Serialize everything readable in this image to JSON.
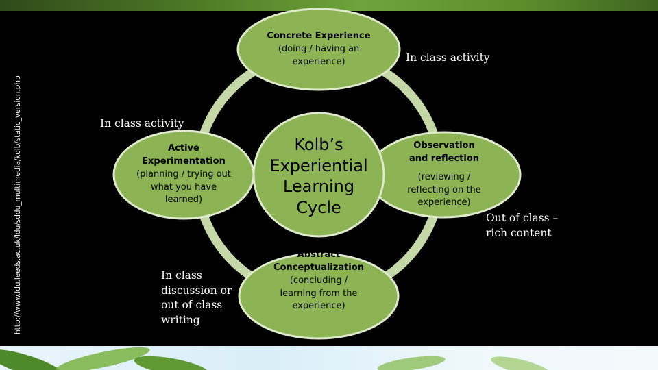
{
  "side_url": "http://www.ldu.leeds.ac.uk/ldu/sddu_multimedia/kolb/static_version.php",
  "center": {
    "lines": [
      "Kolb’s",
      "Experiential",
      "Learning",
      "Cycle"
    ]
  },
  "stages": {
    "concrete": {
      "title": "Concrete Experience",
      "desc_lines": [
        "(doing / having an",
        "experience)"
      ]
    },
    "observation": {
      "title_lines": [
        "Observation",
        "and reflection"
      ],
      "desc_lines": [
        "(reviewing /",
        "reflecting on the",
        "experience)"
      ]
    },
    "abstract": {
      "title_lines": [
        "Abstract",
        "Conceptualization"
      ],
      "desc_lines": [
        "(concluding /",
        "learning from the",
        "experience)"
      ]
    },
    "active": {
      "title_lines": [
        "Active",
        "Experimentation"
      ],
      "desc_lines": [
        "(planning / trying out",
        "what you have",
        "learned)"
      ]
    }
  },
  "notes": {
    "top_right": "In class activity",
    "top_left": "In class activity",
    "right_lines": [
      "Out of class –",
      "rich content"
    ],
    "left_lines": [
      "In class",
      "discussion or",
      "out of class",
      "writing"
    ]
  },
  "colors": {
    "ellipse_fill": "#8cb455",
    "ellipse_stroke": "#dfe9cc",
    "ring": "#c4d8a8",
    "background": "#000000",
    "text_light": "#ffffff"
  }
}
